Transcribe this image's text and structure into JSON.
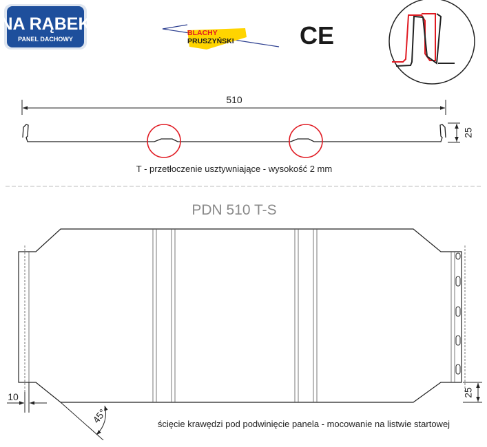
{
  "logo": {
    "line1": "NA RĄBEK",
    "line2": "PANEL DACHOWY",
    "bg_color": "#1e4f9c",
    "text_color": "#ffffff"
  },
  "brand": {
    "line1": "BLACHY",
    "line2": "PRUSZYŃSKI",
    "accent_color": "#e01a22",
    "yellow_color": "#ffd400"
  },
  "ce_mark": "CE",
  "cross_section": {
    "width_label": "510",
    "height_label": "25",
    "note": "T - przetłoczenie usztywniające - wysokość 2 mm",
    "highlight_color": "#e01a22"
  },
  "panel_view": {
    "title": "PDN 510 T-S",
    "left_offset_label": "10",
    "right_height_label": "25",
    "angle_label": "45°",
    "note": "ścięcie krawędzi pod podwinięcie panela - mocowanie na listwie startowej"
  },
  "colors": {
    "line": "#222222",
    "title_gray": "#8a8a8a"
  }
}
